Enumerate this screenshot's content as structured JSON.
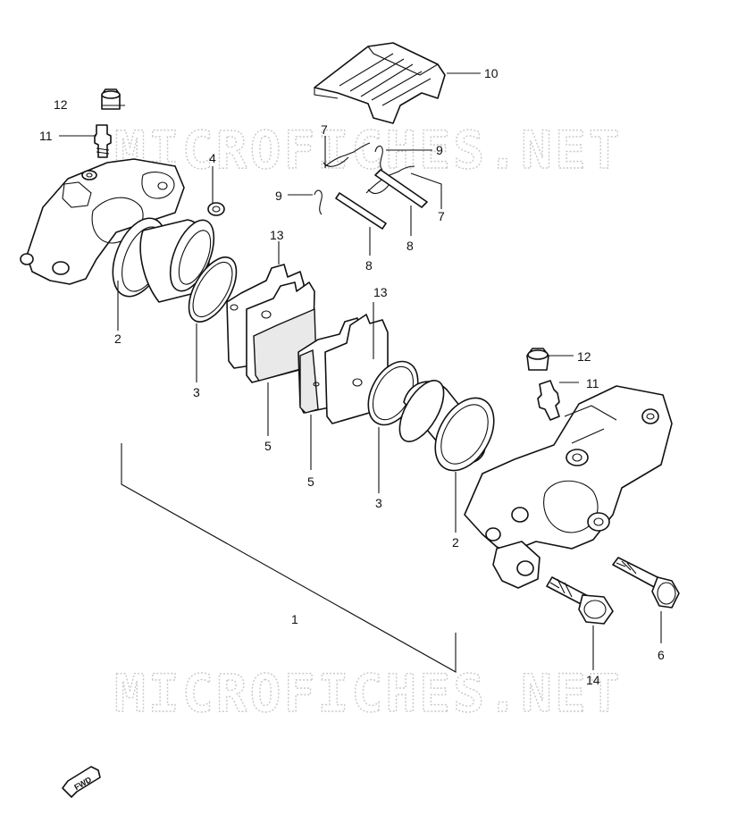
{
  "watermark": "MICROFICHES.NET",
  "fwd_label": "FWD",
  "callouts": {
    "c1": "1",
    "c2a": "2",
    "c2b": "2",
    "c3a": "3",
    "c3b": "3",
    "c4": "4",
    "c5a": "5",
    "c5b": "5",
    "c6": "6",
    "c7a": "7",
    "c7b": "7",
    "c8a": "8",
    "c8b": "8",
    "c9a": "9",
    "c9b": "9",
    "c10": "10",
    "c11a": "11",
    "c11b": "11",
    "c12a": "12",
    "c12b": "12",
    "c13a": "13",
    "c13b": "13",
    "c14": "14"
  }
}
